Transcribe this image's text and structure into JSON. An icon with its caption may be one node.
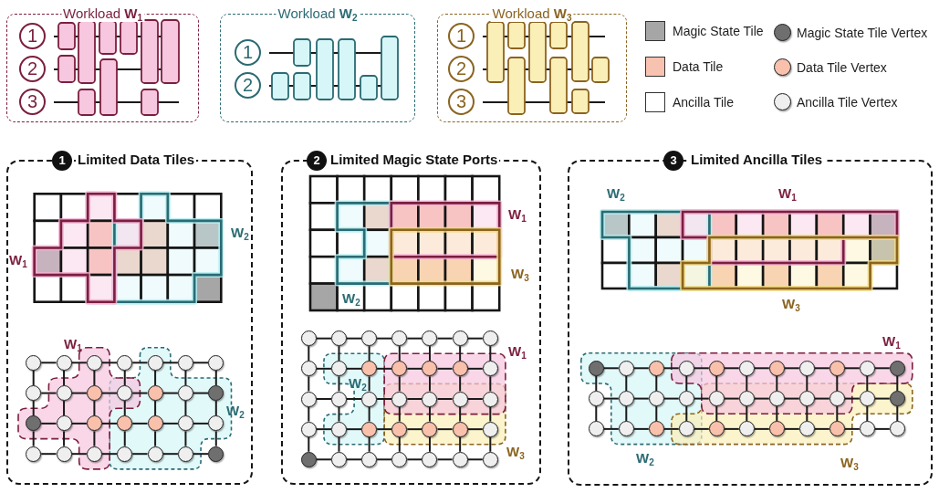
{
  "diagram": {
    "nodes": [
      {
        "text": [
          "Workload **W**$_{1}$"
        ]
      },
      {
        "text": [
          "1"
        ],
        "in": 0
      },
      {
        "text": [
          "2"
        ],
        "in": 0
      },
      {
        "text": [
          "3"
        ],
        "in": 0
      },
      {
        "text": [
          "Workload **W**$_{2}$"
        ]
      },
      {
        "text": [
          "1"
        ],
        "in": 4
      },
      {
        "text": [
          "2"
        ],
        "in": 4
      },
      {
        "text": [
          "Workload **W**$_{3}$"
        ]
      },
      {
        "text": [
          "1"
        ],
        "in": 7
      },
      {
        "text": [
          "2"
        ],
        "in": 7
      },
      {
        "text": [
          "3"
        ],
        "in": 7
      },
      {
        "text": [
          "1",
          "Limited Data Tiles"
        ]
      },
      {
        "text": [],
        "shape": "circle",
        "in": 11
      },
      {
        "text": [],
        "shape": "circle",
        "in": 11
      },
      {
        "text": [],
        "shape": "circle",
        "in": 11
      },
      {
        "text": [],
        "shape": "circle",
        "in": 11
      },
      {
        "text": [],
        "shape": "circle",
        "in": 11
      },
      {
        "text": [],
        "shape": "circle",
        "in": 11
      },
      {
        "text": [],
        "shape": "circle",
        "in": 11
      },
      {
        "text": [],
        "shape": "circle",
        "in": 11
      },
      {
        "text": [],
        "shape": "circle",
        "in": 11
      },
      {
        "text": [],
        "shape": "circle",
        "in": 11
      },
      {
        "text": [],
        "shape": "circle",
        "in": 11
      },
      {
        "text": [],
        "shape": "circle",
        "in": 11
      },
      {
        "text": [],
        "shape": "circle",
        "in": 11
      },
      {
        "text": [],
        "shape": "circle",
        "in": 11
      },
      {
        "text": [],
        "shape": "circle",
        "in": 11
      },
      {
        "text": [],
        "shape": "circle",
        "in": 11
      },
      {
        "text": [],
        "shape": "circle",
        "in": 11
      },
      {
        "text": [],
        "shape": "circle",
        "in": 11
      },
      {
        "text": [],
        "shape": "circle",
        "in": 11
      },
      {
        "text": [],
        "shape": "circle",
        "in": 11
      },
      {
        "text": [],
        "shape": "circle",
        "in": 11
      },
      {
        "text": [],
        "shape": "circle",
        "in": 11
      },
      {
        "text": [],
        "shape": "circle",
        "in": 11
      },
      {
        "text": [],
        "shape": "circle",
        "in": 11
      },
      {
        "text": [],
        "shape": "circle",
        "in": 11
      },
      {
        "text": [],
        "shape": "circle",
        "in": 11
      },
      {
        "text": [],
        "shape": "circle",
        "in": 11
      },
      {
        "text": [],
        "shape": "circle",
        "in": 11
      },
      {
        "text": [
          "2",
          "Limited Magic State Ports"
        ]
      },
      {
        "text": [],
        "shape": "circle",
        "in": 40
      },
      {
        "text": [],
        "shape": "circle",
        "in": 40
      },
      {
        "text": [],
        "shape": "circle",
        "in": 40
      },
      {
        "text": [],
        "shape": "circle",
        "in": 40
      },
      {
        "text": [],
        "shape": "circle",
        "in": 40
      },
      {
        "text": [],
        "shape": "circle",
        "in": 40
      },
      {
        "text": [],
        "shape": "circle",
        "in": 40
      },
      {
        "text": [],
        "shape": "circle",
        "in": 40
      },
      {
        "text": [],
        "shape": "circle",
        "in": 40
      },
      {
        "text": [],
        "shape": "circle",
        "in": 40
      },
      {
        "text": [],
        "shape": "circle",
        "in": 40
      },
      {
        "text": [],
        "shape": "circle",
        "in": 40
      },
      {
        "text": [],
        "shape": "circle",
        "in": 40
      },
      {
        "text": [],
        "shape": "circle",
        "in": 40
      },
      {
        "text": [],
        "shape": "circle",
        "in": 40
      },
      {
        "text": [],
        "shape": "circle",
        "in": 40
      },
      {
        "text": [],
        "shape": "circle",
        "in": 40
      },
      {
        "text": [],
        "shape": "circle",
        "in": 40
      },
      {
        "text": [],
        "shape": "circle",
        "in": 40
      },
      {
        "text": [],
        "shape": "circle",
        "in": 40
      },
      {
        "text": [],
        "shape": "circle",
        "in": 40
      },
      {
        "text": [],
        "shape": "circle",
        "in": 40
      },
      {
        "text": [],
        "shape": "circle",
        "in": 40
      },
      {
        "text": [],
        "shape": "circle",
        "in": 40
      },
      {
        "text": [],
        "shape": "circle",
        "in": 40
      },
      {
        "text": [],
        "shape": "circle",
        "in": 40
      },
      {
        "text": [],
        "shape": "circle",
        "in": 40
      },
      {
        "text": [],
        "shape": "circle",
        "in": 40
      },
      {
        "text": [],
        "shape": "circle",
        "in": 40
      },
      {
        "text": [],
        "shape": "circle",
        "in": 40
      },
      {
        "text": [],
        "shape": "circle",
        "in": 40
      },
      {
        "text": [],
        "shape": "circle",
        "in": 40
      },
      {
        "text": [],
        "shape": "circle",
        "in": 40
      },
      {
        "text": [],
        "shape": "circle",
        "in": 40
      },
      {
        "text": [],
        "shape": "circle",
        "in": 40
      },
      {
        "text": [
          "3",
          "Limited Ancilla Tiles"
        ]
      },
      {
        "text": [],
        "shape": "circle",
        "in": 76
      },
      {
        "text": [],
        "shape": "circle",
        "in": 76
      },
      {
        "text": [],
        "shape": "circle",
        "in": 76
      },
      {
        "text": [],
        "shape": "circle",
        "in": 76
      },
      {
        "text": [],
        "shape": "circle",
        "in": 76
      },
      {
        "text": [],
        "shape": "circle",
        "in": 76
      },
      {
        "text": [],
        "shape": "circle",
        "in": 76
      },
      {
        "text": [],
        "shape": "circle",
        "in": 76
      },
      {
        "text": [],
        "shape": "circle",
        "in": 76
      },
      {
        "text": [],
        "shape": "circle",
        "in": 76
      },
      {
        "text": [],
        "shape": "circle",
        "in": 76
      },
      {
        "text": [],
        "shape": "circle",
        "in": 76
      },
      {
        "text": [],
        "shape": "circle",
        "in": 76
      },
      {
        "text": [],
        "shape": "circle",
        "in": 76
      },
      {
        "text": [],
        "shape": "circle",
        "in": 76
      },
      {
        "text": [],
        "shape": "circle",
        "in": 76
      },
      {
        "text": [],
        "shape": "circle",
        "in": 76
      },
      {
        "text": [],
        "shape": "circle",
        "in": 76
      },
      {
        "text": [],
        "shape": "circle",
        "in": 76
      },
      {
        "text": [],
        "shape": "circle",
        "in": 76
      },
      {
        "text": [],
        "shape": "circle",
        "in": 76
      },
      {
        "text": [],
        "shape": "circle",
        "in": 76
      },
      {
        "text": [],
        "shape": "circle",
        "in": 76
      },
      {
        "text": [],
        "shape": "circle",
        "in": 76
      },
      {
        "text": [],
        "shape": "circle",
        "in": 76
      },
      {
        "text": [],
        "shape": "circle",
        "in": 76
      },
      {
        "text": [],
        "shape": "circle",
        "in": 76
      },
      {
        "text": [],
        "shape": "circle",
        "in": 76
      },
      {
        "text": [],
        "shape": "circle",
        "in": 76
      },
      {
        "text": [],
        "shape": "circle",
        "in": 76
      },
      {
        "text": [],
        "shape": "circle",
        "in": 76
      },
      {
        "text": [],
        "shape": "circle",
        "in": 76
      },
      {
        "text": [],
        "shape": "circle",
        "in": 76
      }
    ],
    "edges": [
      {
        "from": 12,
        "to": 13,
        "arrow": "none"
      },
      {
        "from": 13,
        "to": 14,
        "arrow": "none"
      },
      {
        "from": 14,
        "to": 15,
        "arrow": "none"
      },
      {
        "from": 15,
        "to": 16,
        "arrow": "none"
      },
      {
        "from": 16,
        "to": 17,
        "arrow": "none"
      },
      {
        "from": 17,
        "to": 18,
        "arrow": "none"
      },
      {
        "from": 12,
        "to": 19,
        "arrow": "none"
      },
      {
        "from": 13,
        "to": 20,
        "arrow": "none"
      },
      {
        "from": 14,
        "to": 21,
        "arrow": "none"
      },
      {
        "from": 15,
        "to": 22,
        "arrow": "none"
      },
      {
        "from": 16,
        "to": 23,
        "arrow": "none"
      },
      {
        "from": 17,
        "to": 24,
        "arrow": "none"
      },
      {
        "from": 18,
        "to": 25,
        "arrow": "none"
      },
      {
        "from": 19,
        "to": 20,
        "arrow": "none"
      },
      {
        "from": 20,
        "to": 21,
        "arrow": "none"
      },
      {
        "from": 21,
        "to": 22,
        "arrow": "none"
      },
      {
        "from": 22,
        "to": 23,
        "arrow": "none"
      },
      {
        "from": 23,
        "to": 24,
        "arrow": "none"
      },
      {
        "from": 24,
        "to": 25,
        "arrow": "none"
      },
      {
        "from": 19,
        "to": 26,
        "arrow": "none"
      },
      {
        "from": 20,
        "to": 27,
        "arrow": "none"
      },
      {
        "from": 21,
        "to": 28,
        "arrow": "none"
      },
      {
        "from": 22,
        "to": 29,
        "arrow": "none"
      },
      {
        "from": 23,
        "to": 30,
        "arrow": "none"
      },
      {
        "from": 24,
        "to": 31,
        "arrow": "none"
      },
      {
        "from": 25,
        "to": 32,
        "arrow": "none"
      },
      {
        "from": 26,
        "to": 27,
        "arrow": "none"
      },
      {
        "from": 27,
        "to": 28,
        "arrow": "none"
      },
      {
        "from": 28,
        "to": 29,
        "arrow": "none"
      },
      {
        "from": 29,
        "to": 30,
        "arrow": "none"
      },
      {
        "from": 30,
        "to": 31,
        "arrow": "none"
      },
      {
        "from": 31,
        "to": 32,
        "arrow": "none"
      },
      {
        "from": 26,
        "to": 33,
        "arrow": "none"
      },
      {
        "from": 27,
        "to": 34,
        "arrow": "none"
      },
      {
        "from": 28,
        "to": 35,
        "arrow": "none"
      },
      {
        "from": 29,
        "to": 36,
        "arrow": "none"
      },
      {
        "from": 30,
        "to": 37,
        "arrow": "none"
      },
      {
        "from": 31,
        "to": 38,
        "arrow": "none"
      },
      {
        "from": 32,
        "to": 39,
        "arrow": "none"
      },
      {
        "from": 33,
        "to": 34,
        "arrow": "none"
      },
      {
        "from": 34,
        "to": 35,
        "arrow": "none"
      },
      {
        "from": 35,
        "to": 36,
        "arrow": "none"
      },
      {
        "from": 36,
        "to": 37,
        "arrow": "none"
      },
      {
        "from": 37,
        "to": 38,
        "arrow": "none"
      },
      {
        "from": 38,
        "to": 39,
        "arrow": "none"
      },
      {
        "from": 41,
        "to": 42,
        "arrow": "none"
      },
      {
        "from": 42,
        "to": 43,
        "arrow": "none"
      },
      {
        "from": 43,
        "to": 44,
        "arrow": "none"
      },
      {
        "from": 44,
        "to": 45,
        "arrow": "none"
      },
      {
        "from": 45,
        "to": 46,
        "arrow": "none"
      },
      {
        "from": 46,
        "to": 47,
        "arrow": "none"
      },
      {
        "from": 41,
        "to": 48,
        "arrow": "none"
      },
      {
        "from": 42,
        "to": 49,
        "arrow": "none"
      },
      {
        "from": 43,
        "to": 50,
        "arrow": "none"
      },
      {
        "from": 44,
        "to": 51,
        "arrow": "none"
      },
      {
        "from": 45,
        "to": 52,
        "arrow": "none"
      },
      {
        "from": 46,
        "to": 53,
        "arrow": "none"
      },
      {
        "from": 47,
        "to": 54,
        "arrow": "none"
      },
      {
        "from": 48,
        "to": 49,
        "arrow": "none"
      },
      {
        "from": 49,
        "to": 50,
        "arrow": "none"
      },
      {
        "from": 50,
        "to": 51,
        "arrow": "none"
      },
      {
        "from": 51,
        "to": 52,
        "arrow": "none"
      },
      {
        "from": 52,
        "to": 53,
        "arrow": "none"
      },
      {
        "from": 53,
        "to": 54,
        "arrow": "none"
      },
      {
        "from": 48,
        "to": 55,
        "arrow": "none"
      },
      {
        "from": 49,
        "to": 56,
        "arrow": "none"
      },
      {
        "from": 50,
        "to": 57,
        "arrow": "none"
      },
      {
        "from": 51,
        "to": 58,
        "arrow": "none"
      },
      {
        "from": 52,
        "to": 59,
        "arrow": "none"
      },
      {
        "from": 53,
        "to": 60,
        "arrow": "none"
      },
      {
        "from": 54,
        "to": 61,
        "arrow": "none"
      },
      {
        "from": 55,
        "to": 56,
        "arrow": "none"
      },
      {
        "from": 56,
        "to": 57,
        "arrow": "none"
      },
      {
        "from": 57,
        "to": 58,
        "arrow": "none"
      },
      {
        "from": 58,
        "to": 59,
        "arrow": "none"
      },
      {
        "from": 59,
        "to": 60,
        "arrow": "none"
      },
      {
        "from": 60,
        "to": 61,
        "arrow": "none"
      },
      {
        "from": 55,
        "to": 62,
        "arrow": "none"
      },
      {
        "from": 56,
        "to": 63,
        "arrow": "none"
      },
      {
        "from": 57,
        "to": 64,
        "arrow": "none"
      },
      {
        "from": 58,
        "to": 65,
        "arrow": "none"
      },
      {
        "from": 59,
        "to": 66,
        "arrow": "none"
      },
      {
        "from": 60,
        "to": 67,
        "arrow": "none"
      },
      {
        "from": 61,
        "to": 68,
        "arrow": "none"
      },
      {
        "from": 62,
        "to": 63,
        "arrow": "none"
      },
      {
        "from": 63,
        "to": 64,
        "arrow": "none"
      },
      {
        "from": 64,
        "to": 65,
        "arrow": "none"
      },
      {
        "from": 65,
        "to": 66,
        "arrow": "none"
      },
      {
        "from": 66,
        "to": 67,
        "arrow": "none"
      },
      {
        "from": 67,
        "to": 68,
        "arrow": "none"
      },
      {
        "from": 62,
        "to": 69,
        "arrow": "none"
      },
      {
        "from": 63,
        "to": 70,
        "arrow": "none"
      },
      {
        "from": 64,
        "to": 71,
        "arrow": "none"
      },
      {
        "from": 65,
        "to": 72,
        "arrow": "none"
      },
      {
        "from": 66,
        "to": 73,
        "arrow": "none"
      },
      {
        "from": 67,
        "to": 74,
        "arrow": "none"
      },
      {
        "from": 68,
        "to": 75,
        "arrow": "none"
      },
      {
        "from": 69,
        "to": 70,
        "arrow": "none"
      },
      {
        "from": 70,
        "to": 71,
        "arrow": "none"
      },
      {
        "from": 71,
        "to": 72,
        "arrow": "none"
      },
      {
        "from": 72,
        "to": 73,
        "arrow": "none"
      },
      {
        "from": 73,
        "to": 74,
        "arrow": "none"
      },
      {
        "from": 74,
        "to": 75,
        "arrow": "none"
      },
      {
        "from": 77,
        "to": 78,
        "arrow": "none"
      },
      {
        "from": 78,
        "to": 79,
        "arrow": "none"
      },
      {
        "from": 79,
        "to": 80,
        "arrow": "none"
      },
      {
        "from": 80,
        "to": 81,
        "arrow": "none"
      },
      {
        "from": 81,
        "to": 82,
        "arrow": "none"
      },
      {
        "from": 82,
        "to": 83,
        "arrow": "none"
      },
      {
        "from": 83,
        "to": 84,
        "arrow": "none"
      },
      {
        "from": 84,
        "to": 85,
        "arrow": "none"
      },
      {
        "from": 85,
        "to": 86,
        "arrow": "none"
      },
      {
        "from": 86,
        "to": 87,
        "arrow": "none"
      },
      {
        "from": 77,
        "to": 88,
        "arrow": "none"
      },
      {
        "from": 78,
        "to": 89,
        "arrow": "none"
      },
      {
        "from": 79,
        "to": 90,
        "arrow": "none"
      },
      {
        "from": 80,
        "to": 91,
        "arrow": "none"
      },
      {
        "from": 81,
        "to": 92,
        "arrow": "none"
      },
      {
        "from": 82,
        "to": 93,
        "arrow": "none"
      },
      {
        "from": 83,
        "to": 94,
        "arrow": "none"
      },
      {
        "from": 84,
        "to": 95,
        "arrow": "none"
      },
      {
        "from": 85,
        "to": 96,
        "arrow": "none"
      },
      {
        "from": 86,
        "to": 97,
        "arrow": "none"
      },
      {
        "from": 87,
        "to": 98,
        "arrow": "none"
      },
      {
        "from": 88,
        "to": 89,
        "arrow": "none"
      },
      {
        "from": 89,
        "to": 90,
        "arrow": "none"
      },
      {
        "from": 90,
        "to": 91,
        "arrow": "none"
      },
      {
        "from": 91,
        "to": 92,
        "arrow": "none"
      },
      {
        "from": 92,
        "to": 93,
        "arrow": "none"
      },
      {
        "from": 93,
        "to": 94,
        "arrow": "none"
      },
      {
        "from": 94,
        "to": 95,
        "arrow": "none"
      },
      {
        "from": 95,
        "to": 96,
        "arrow": "none"
      },
      {
        "from": 96,
        "to": 97,
        "arrow": "none"
      },
      {
        "from": 97,
        "to": 98,
        "arrow": "none"
      },
      {
        "from": 88,
        "to": 99,
        "arrow": "none"
      },
      {
        "from": 89,
        "to": 100,
        "arrow": "none"
      },
      {
        "from": 90,
        "to": 101,
        "arrow": "none"
      },
      {
        "from": 91,
        "to": 102,
        "arrow": "none"
      },
      {
        "from": 92,
        "to": 103,
        "arrow": "none"
      },
      {
        "from": 93,
        "to": 104,
        "arrow": "none"
      },
      {
        "from": 94,
        "to": 105,
        "arrow": "none"
      },
      {
        "from": 95,
        "to": 106,
        "arrow": "none"
      },
      {
        "from": 96,
        "to": 107,
        "arrow": "none"
      },
      {
        "from": 97,
        "to": 108,
        "arrow": "none"
      },
      {
        "from": 98,
        "to": 109,
        "arrow": "none"
      },
      {
        "from": 99,
        "to": 100,
        "arrow": "none"
      },
      {
        "from": 100,
        "to": 101,
        "arrow": "none"
      },
      {
        "from": 101,
        "to": 102,
        "arrow": "none"
      },
      {
        "from": 102,
        "to": 103,
        "arrow": "none"
      },
      {
        "from": 103,
        "to": 104,
        "arrow": "none"
      },
      {
        "from": 104,
        "to": 105,
        "arrow": "none"
      },
      {
        "from": 105,
        "to": 106,
        "arrow": "none"
      },
      {
        "from": 106,
        "to": 107,
        "arrow": "none"
      },
      {
        "from": 107,
        "to": 108,
        "arrow": "none"
      },
      {
        "from": 108,
        "to": 109,
        "arrow": "none"
      }
    ],
    "labels": [
      "W$_{2}$",
      "W$_{1}$",
      "W$_{1}$",
      "W$_{2}$",
      "W$_{1}$",
      "W$_{3}$",
      "W$_{2}$",
      "W$_{1}$",
      "W$_{2}$",
      "W$_{3}$",
      "W$_{2}$",
      "W$_{1}$",
      "W$_{3}$",
      "W$_{1}$",
      "W$_{2}$",
      "W$_{3}$"
    ],
    "legend": [
      {
        "text": "Magic State Tile",
        "color": "#a6a6a6"
      },
      {
        "text": "Magic State Tile Vertex",
        "color": "#6f6f6f"
      },
      {
        "text": "Data Tile",
        "color": "#f8c2b0"
      },
      {
        "text": "Data Tile Vertex",
        "color": "#f9c0ab"
      },
      {
        "text": "Ancilla Tile",
        "color": "#ffffff"
      },
      {
        "text": "Ancilla Tile Vertex",
        "color": "#efefef"
      }
    ]
  }
}
